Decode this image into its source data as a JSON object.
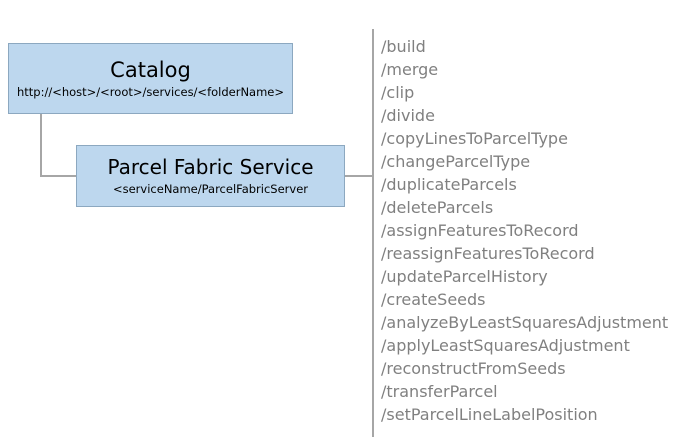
{
  "diagram": {
    "catalog": {
      "title": "Catalog",
      "subtitle": "http://<host>/<root>/services/<folderName>"
    },
    "service": {
      "title": "Parcel Fabric Service",
      "subtitle": "<serviceName/ParcelFabricServer"
    }
  },
  "endpoints": [
    "/build",
    "/merge",
    "/clip",
    "/divide",
    "/copyLinesToParcelType",
    "/changeParcelType",
    "/duplicateParcels",
    "/deleteParcels",
    "/assignFeaturesToRecord",
    "/reassignFeaturesToRecord",
    "/updateParcelHistory",
    "/createSeeds",
    "/analyzeByLeastSquaresAdjustment",
    "/applyLeastSquaresAdjustment",
    "/reconstructFromSeeds",
    "/transferParcel",
    "/setParcelLineLabelPosition"
  ],
  "colors": {
    "box_fill": "#bdd7ee",
    "box_border": "#8ca8c0",
    "line_gray": "#a6a6a6",
    "endpoint_text": "#808080",
    "box_text": "#000000"
  }
}
